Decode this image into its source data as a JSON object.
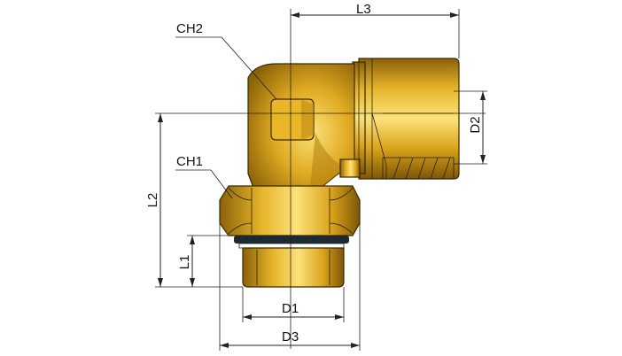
{
  "diagram": {
    "labels": {
      "l3": "L3",
      "ch2": "CH2",
      "d2": "D2",
      "ch1": "CH1",
      "l2": "L2",
      "l1": "L1",
      "d1": "D1",
      "d3": "D3"
    },
    "colors": {
      "brass_light": "#f7d24a",
      "brass_mid": "#d9a21a",
      "brass_dark": "#8a6208",
      "seal": "#1e2a33",
      "line": "#222222"
    }
  }
}
